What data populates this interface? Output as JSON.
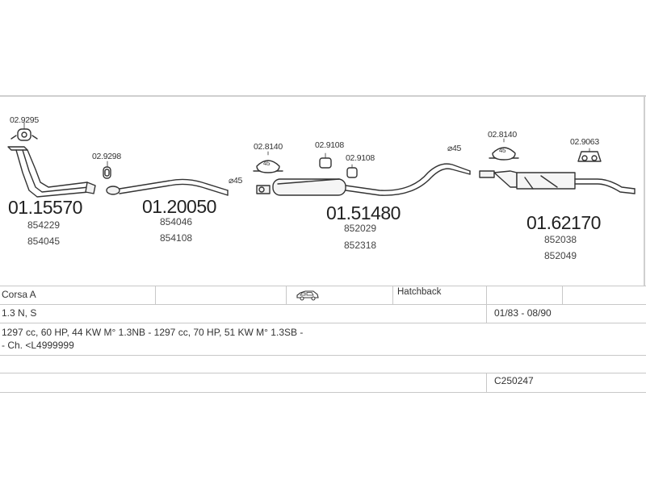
{
  "diagram": {
    "parts": [
      {
        "number": "01.15570",
        "refs": [
          "854229",
          "854045"
        ]
      },
      {
        "number": "01.20050",
        "refs": [
          "854046",
          "854108"
        ]
      },
      {
        "number": "01.51480",
        "refs": [
          "852029",
          "852318"
        ]
      },
      {
        "number": "01.62170",
        "refs": [
          "852038",
          "852049"
        ]
      }
    ],
    "small_parts": [
      "02.9295",
      "02.9298",
      "02.8140",
      "02.9108",
      "02.9108",
      "02.8140",
      "02.9063"
    ],
    "diameters": [
      "⌀45",
      "⌀45"
    ],
    "clamp_size": "45"
  },
  "table": {
    "model": "Corsa A",
    "body_type": "Hatchback",
    "engine": "1.3 N, S",
    "period": "01/83 - 08/90",
    "spec_line1": "1297 cc, 60 HP, 44 KW M° 1.3NB - 1297 cc, 70 HP, 51 KW M° 1.3SB -",
    "spec_line2": "- Ch. <L4999999",
    "code": "C250247"
  }
}
